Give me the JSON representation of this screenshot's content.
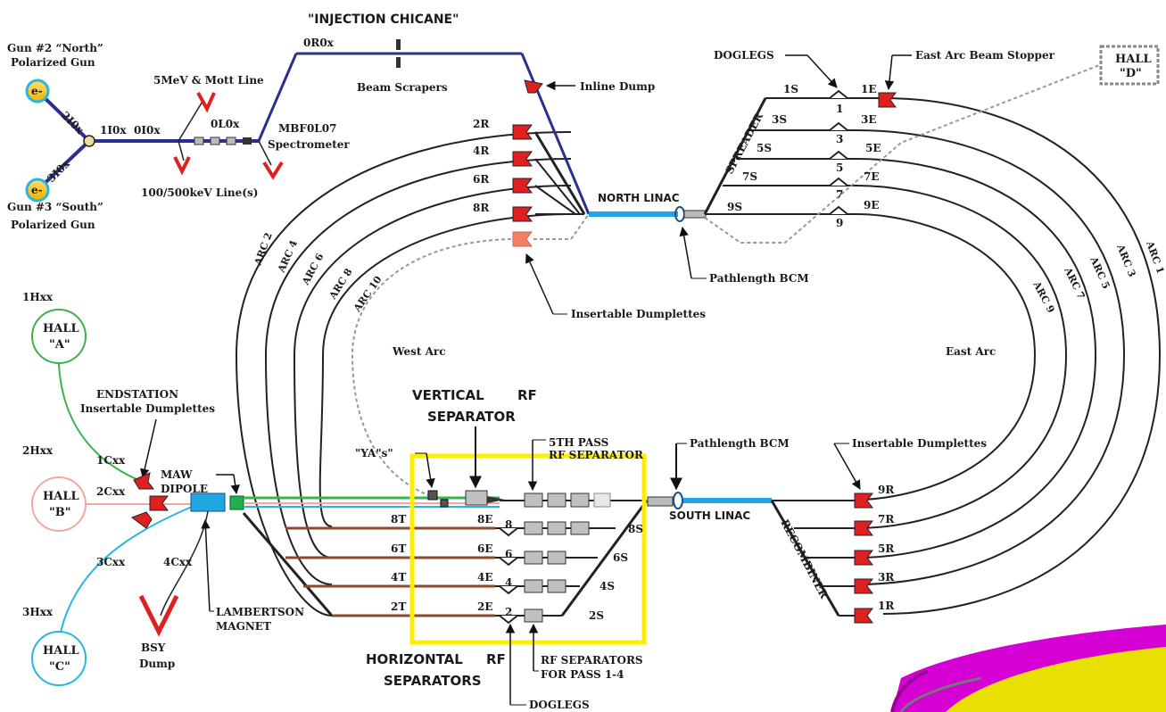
{
  "title": "\"INJECTION CHICANE\"",
  "injector": {
    "gun2": "Gun #2  “North”",
    "gun2_sub": "Polarized Gun",
    "gun3": "Gun #3  “South”",
    "gun3_sub": "Polarized Gun",
    "e": "e-",
    "seg_2I0x": "2I0x",
    "seg_3I0x": "3I0x",
    "seg_1I0x": "1I0x",
    "seg_0I0x": "0I0x",
    "seg_0L0x": "0L0x",
    "seg_0R0x": "0R0x",
    "mott": "5MeV & Mott Line",
    "kev": "100/500keV Line(s)",
    "mbf": "MBF0L07",
    "spectrometer": "Spectrometer",
    "scrapers": "Beam Scrapers",
    "inline_dump": "Inline Dump"
  },
  "east": {
    "doglegs": "DOGLEGS",
    "stopper": "East Arc Beam Stopper",
    "hall_d": "HALL",
    "hall_d2": "\"D\"",
    "spreader": "SPREADER",
    "s_labels": [
      "1S",
      "3S",
      "5S",
      "7S",
      "9S"
    ],
    "e_labels": [
      "1E",
      "3E",
      "5E",
      "7E",
      "9E"
    ],
    "nums": [
      "1",
      "3",
      "5",
      "7",
      "9"
    ],
    "arcs": [
      "ARC 1",
      "ARC 3",
      "ARC 5",
      "ARC 7",
      "ARC 9"
    ],
    "east_arc": "East Arc"
  },
  "north": {
    "linac": "NORTH LINAC",
    "bcm": "Pathlength BCM",
    "dumplettes": "Insertable Dumplettes",
    "r_labels": [
      "2R",
      "4R",
      "6R",
      "8R"
    ]
  },
  "west": {
    "arcs": [
      "ARC 2",
      "ARC 4",
      "ARC 6",
      "ARC 8",
      "ARC 10"
    ],
    "west_arc": "West Arc"
  },
  "halls": {
    "a_code": "1Hxx",
    "a_name": "HALL",
    "a_q": "\"A\"",
    "b_code": "2Hxx",
    "b_name": "HALL",
    "b_q": "\"B\"",
    "c_code": "3Hxx",
    "c_name": "HALL",
    "c_q": "\"C\"",
    "c1": "1Cxx",
    "c2": "2Cxx",
    "c3": "3Cxx",
    "c4": "4Cxx",
    "endstation": "ENDSTATION",
    "endstation2": "Insertable Dumplettes",
    "maw": "MAW",
    "dipole": "DIPOLE",
    "lambertson": "LAMBERTSON",
    "magnet": "MAGNET",
    "bsy": "BSY",
    "dump": "Dump"
  },
  "south": {
    "vertical": "VERTICAL",
    "rf": "RF",
    "separator": "SEPARATOR",
    "fifth": "5TH PASS",
    "fifth2": "RF SEPARATOR",
    "ya": "\"YA\"s\"",
    "bcm": "Pathlength BCM",
    "linac": "SOUTH LINAC",
    "recombiner": "RECOMBINER",
    "dumplettes": "Insertable Dumplettes",
    "r_labels": [
      "9R",
      "7R",
      "5R",
      "3R",
      "1R"
    ],
    "t_labels": [
      "8T",
      "6T",
      "4T",
      "2T"
    ],
    "e_labels": [
      "8E",
      "6E",
      "4E",
      "2E"
    ],
    "s_labels": [
      "8S",
      "6S",
      "4S",
      "2S"
    ],
    "nums": [
      "8",
      "6",
      "4",
      "2"
    ],
    "horizontal": "HORIZONTAL",
    "rf2": "RF",
    "separators": "SEPARATORS",
    "rf_sep": "RF SEPARATORS",
    "rf_sep2": "FOR PASS 1-4",
    "doglegs": "DOGLEGS"
  },
  "colors": {
    "injector_line": "#2b2f8f",
    "linac": "#1ea7e1",
    "highlight": "#ffee00",
    "dump": "#e02020",
    "hall_a": "#3bb34a",
    "hall_b": "#f0a8a0",
    "hall_c": "#29b6e6",
    "transport": "#8b4a2b"
  }
}
